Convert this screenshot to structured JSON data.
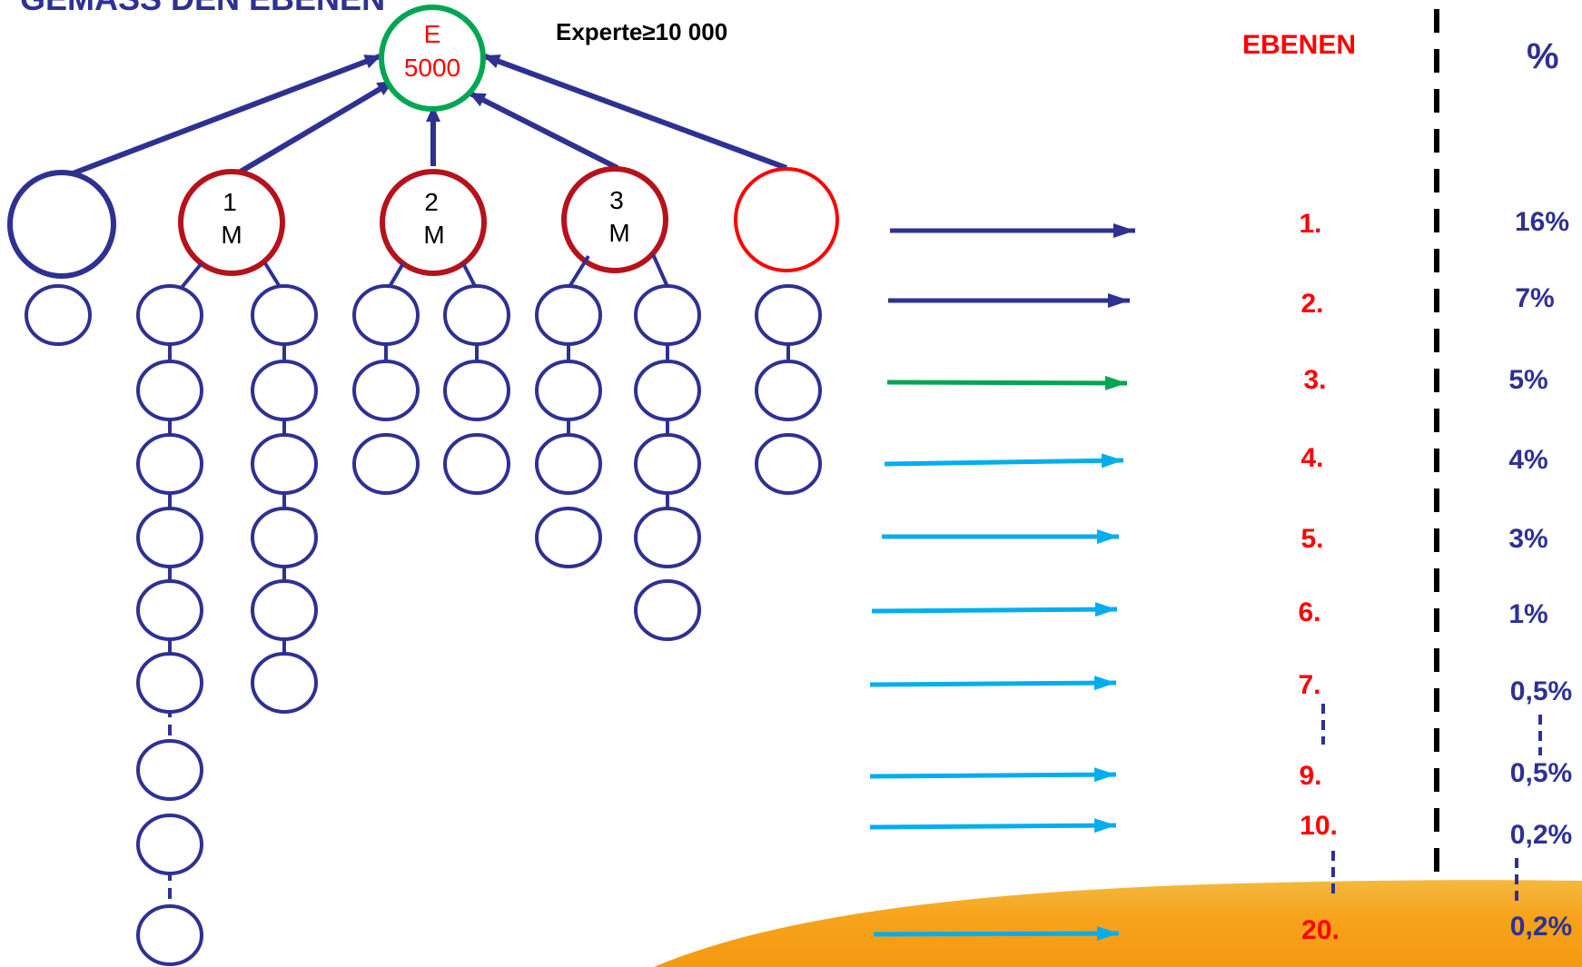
{
  "heading": "GEMÄSS DEN EBENEN",
  "top_node": {
    "letter": "E",
    "value": "5000"
  },
  "experte_label": "Experte≥10 000",
  "columns": {
    "levels": "EBENEN",
    "percent": "%"
  },
  "managers": [
    {
      "num": "1",
      "letter": "M"
    },
    {
      "num": "2",
      "letter": "M"
    },
    {
      "num": "3",
      "letter": "M"
    }
  ],
  "levels": [
    {
      "label": "1.",
      "percent": "16%",
      "arrow_color": "#2e3192"
    },
    {
      "label": "2.",
      "percent": "7%",
      "arrow_color": "#2e3192"
    },
    {
      "label": "3.",
      "percent": "5%",
      "arrow_color": "#00a651"
    },
    {
      "label": "4.",
      "percent": "4%",
      "arrow_color": "#00aeef"
    },
    {
      "label": "5.",
      "percent": "3%",
      "arrow_color": "#00aeef"
    },
    {
      "label": "6.",
      "percent": "1%",
      "arrow_color": "#00aeef"
    },
    {
      "label": "7.",
      "percent": "0,5%",
      "arrow_color": "#00aeef"
    },
    {
      "label": "9.",
      "percent": "0,5%",
      "arrow_color": "#00aeef"
    },
    {
      "label": "10.",
      "percent": "0,2%",
      "arrow_color": "#00aeef"
    },
    {
      "label": "20.",
      "percent": "0,2%",
      "arrow_color": "#00aeef"
    }
  ],
  "colors": {
    "navy": "#2e3192",
    "dark_red": "#b5121b",
    "red": "#ff0000",
    "green": "#00a651",
    "cyan": "#00aeef",
    "orange_band": "#f7a823"
  }
}
